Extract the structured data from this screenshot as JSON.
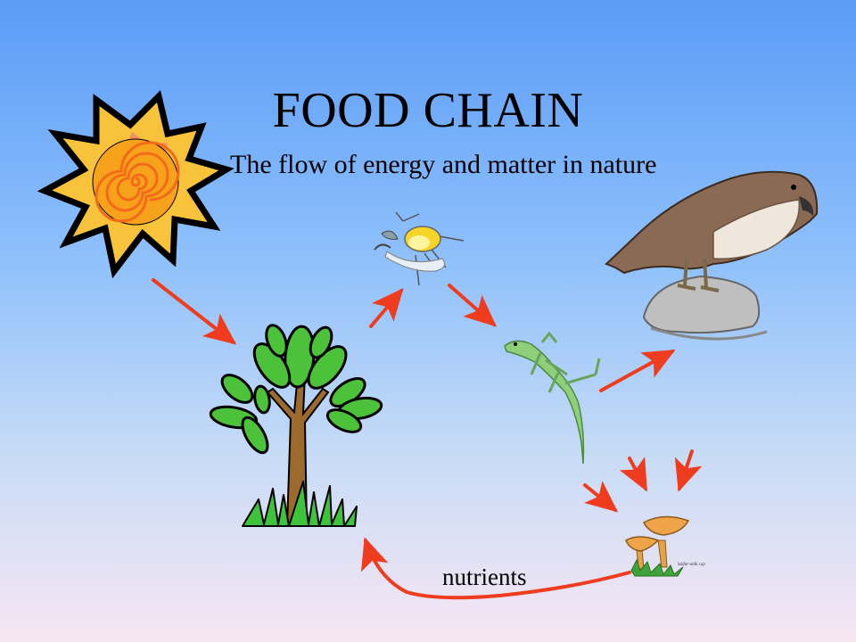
{
  "diagram": {
    "title": "FOOD CHAIN",
    "subtitle": "The flow of energy and matter in nature",
    "nutrients_label": "nutrients",
    "mushroom_caption": "Sulfur-milk cap"
  },
  "nodes": [
    {
      "id": "sun",
      "icon": "sun-icon"
    },
    {
      "id": "tree",
      "icon": "tree-icon"
    },
    {
      "id": "beetle",
      "icon": "beetle-icon"
    },
    {
      "id": "lizard",
      "icon": "lizard-icon"
    },
    {
      "id": "hawk",
      "icon": "hawk-icon"
    },
    {
      "id": "mushrooms",
      "icon": "mushroom-icon"
    }
  ],
  "edges": [
    {
      "from": "sun",
      "to": "tree"
    },
    {
      "from": "tree",
      "to": "beetle"
    },
    {
      "from": "beetle",
      "to": "lizard"
    },
    {
      "from": "lizard",
      "to": "hawk"
    },
    {
      "from": "lizard",
      "to": "mushrooms"
    },
    {
      "from": "hawk",
      "to": "mushrooms"
    },
    {
      "from": "mushrooms",
      "to": "tree",
      "label": "nutrients"
    }
  ],
  "colors": {
    "arrow": "#ef3b1e",
    "sky_top": "#5b9cf7",
    "sky_bottom": "#f7e6f3"
  }
}
